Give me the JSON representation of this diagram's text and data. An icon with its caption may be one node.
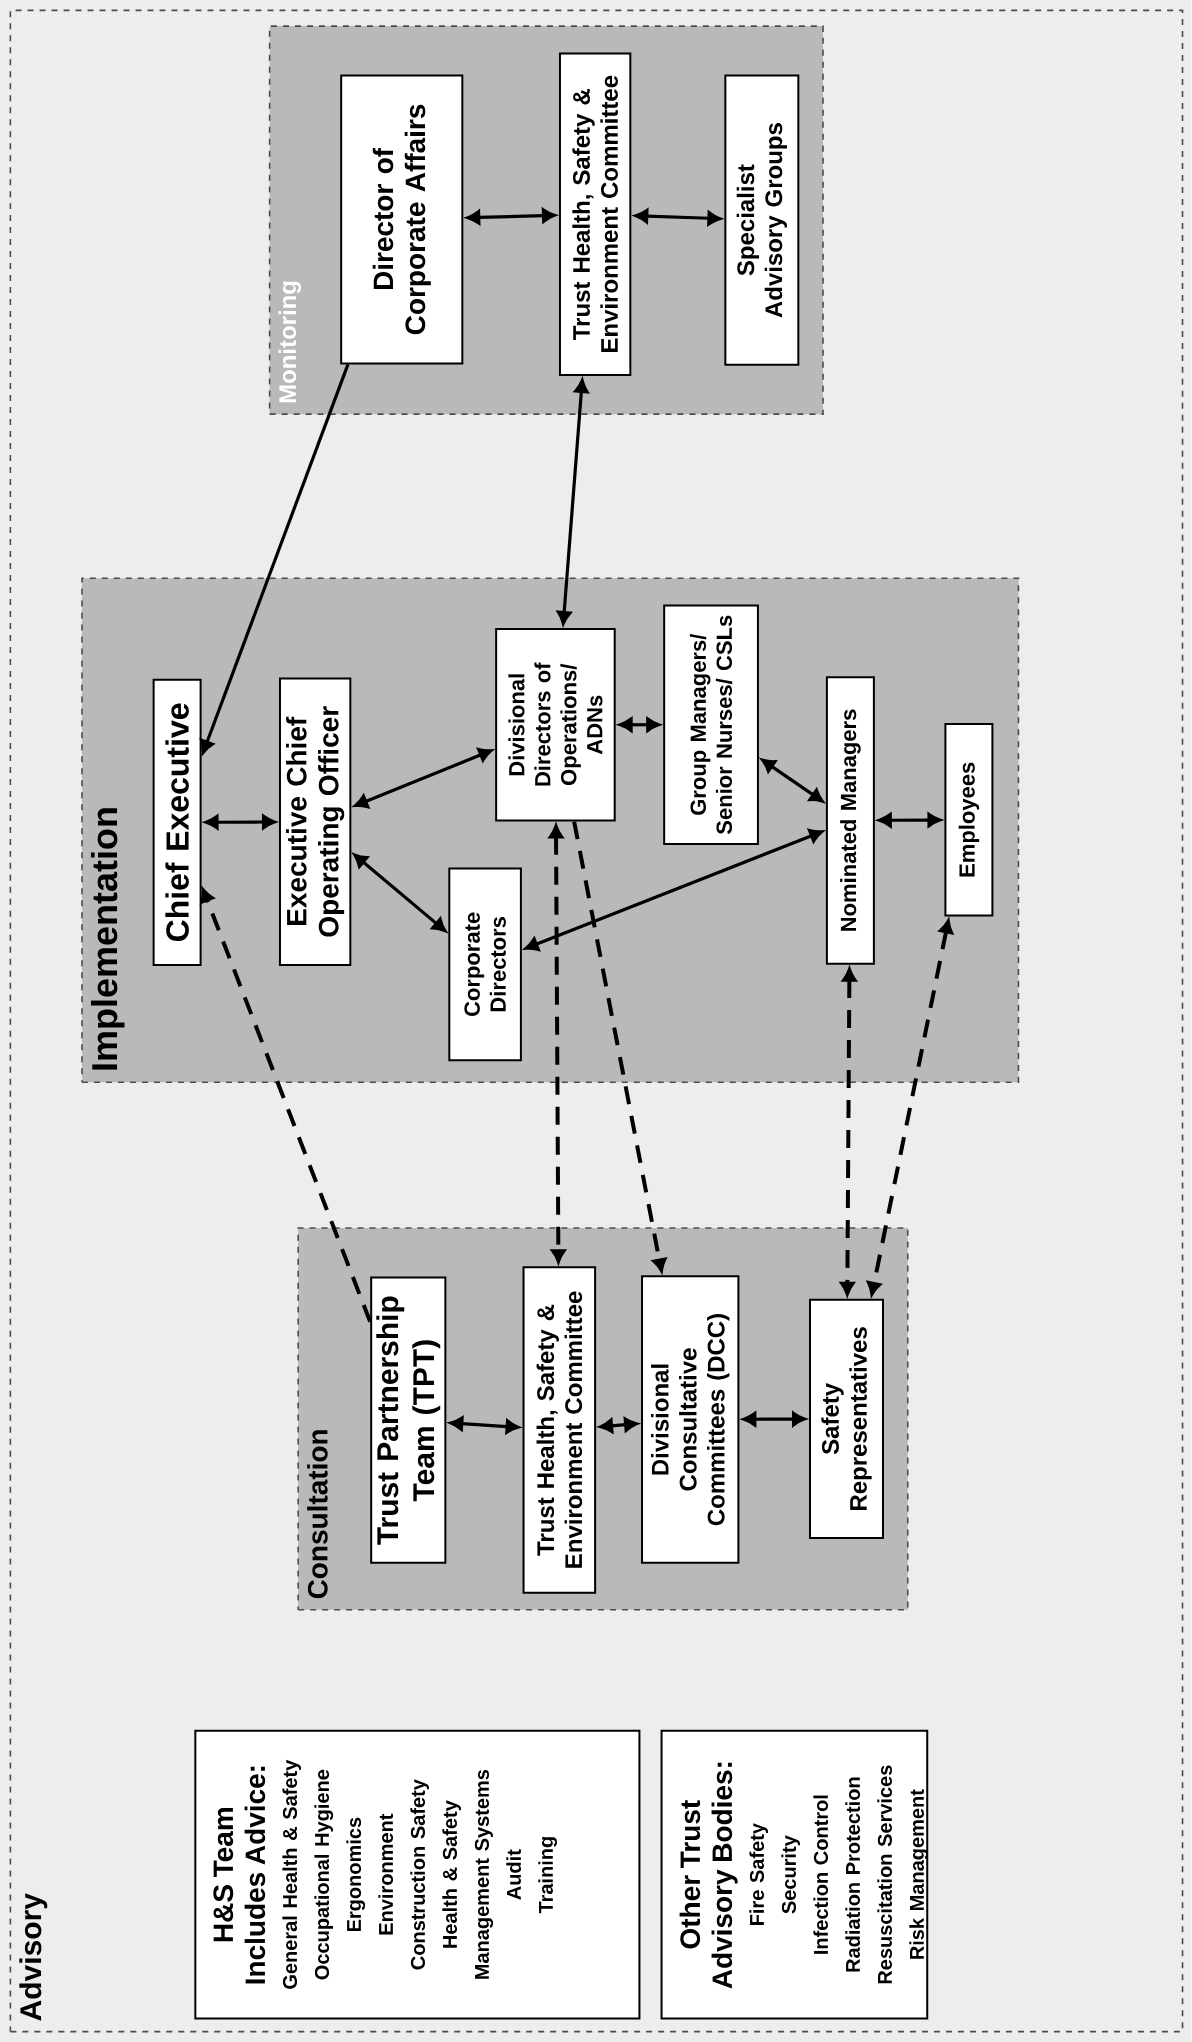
{
  "diagram": {
    "nodes": [
      {
        "text": [
          "Advisory"
        ]
      },
      {
        "text": [
          "Monitoring"
        ],
        "in": 0
      },
      {
        "text": [
          "Director of Corporate Affairs"
        ],
        "in": 1
      },
      {
        "text": [
          "Trust Health, Safety & Environment Committee"
        ],
        "in": 1
      },
      {
        "text": [
          "Specialist Advisory Groups"
        ],
        "in": 1
      },
      {
        "text": [
          "Implementation"
        ],
        "in": 0
      },
      {
        "text": [
          "Chief Executive"
        ],
        "in": 5
      },
      {
        "text": [
          "Executive Chief Operating Officer"
        ],
        "in": 5
      },
      {
        "text": [
          "Corporate Directors"
        ],
        "in": 5
      },
      {
        "text": [
          "Divisional Directors of Operations/ ADNs"
        ],
        "in": 5
      },
      {
        "text": [
          "Group Managers/ Senior Nurses/ CSLs"
        ],
        "in": 5
      },
      {
        "text": [
          "Nominated Managers"
        ],
        "in": 5
      },
      {
        "text": [
          "Employees"
        ],
        "in": 5
      },
      {
        "text": [
          "Consultation"
        ],
        "in": 0
      },
      {
        "text": [
          "Trust Partnership Team (TPT)"
        ],
        "in": 13
      },
      {
        "text": [
          "Trust Health, Safety & Environment Committee"
        ],
        "in": 13
      },
      {
        "text": [
          "Divisional Consultative Committees (DCC)"
        ],
        "in": 13
      },
      {
        "text": [
          "Safety Representatives"
        ],
        "in": 13
      },
      {
        "text": [
          "H&S Team",
          "Includes Advice:",
          "General Health & Safety",
          "Occupational Hygiene",
          "Ergonomics",
          "Environment",
          "Construction Safety",
          "Health & Safety",
          "Management Systems",
          "Audit",
          "Training"
        ],
        "in": 0
      },
      {
        "text": [
          "Other Trust",
          "Advisory Bodies:",
          "Fire Safety",
          "Security",
          "Infection Control",
          "Radiation Protection",
          "Resuscitation Services",
          "Risk Management"
        ],
        "in": 0
      }
    ],
    "edges": [
      {
        "from": 2,
        "to": 6,
        "arrow": "to"
      },
      {
        "from": 2,
        "to": 3,
        "arrow": "both"
      },
      {
        "from": 3,
        "to": 4,
        "arrow": "both"
      },
      {
        "from": 3,
        "to": 9,
        "arrow": "both"
      },
      {
        "from": 6,
        "to": 7,
        "arrow": "both"
      },
      {
        "from": 7,
        "to": 9,
        "arrow": "both"
      },
      {
        "from": 7,
        "to": 8,
        "arrow": "both"
      },
      {
        "from": 9,
        "to": 10,
        "arrow": "both"
      },
      {
        "from": 10,
        "to": 11,
        "arrow": "both"
      },
      {
        "from": 8,
        "to": 11,
        "arrow": "both"
      },
      {
        "from": 11,
        "to": 12,
        "arrow": "both"
      },
      {
        "from": 14,
        "to": 6,
        "arrow": "to",
        "style": "dashed"
      },
      {
        "from": 9,
        "to": 15,
        "arrow": "both",
        "style": "dashed"
      },
      {
        "from": 9,
        "to": 16,
        "arrow": "to",
        "style": "dashed"
      },
      {
        "from": 11,
        "to": 17,
        "arrow": "both",
        "style": "dashed"
      },
      {
        "from": 12,
        "to": 17,
        "arrow": "both",
        "style": "dashed"
      },
      {
        "from": 14,
        "to": 15,
        "arrow": "both"
      },
      {
        "from": 15,
        "to": 16,
        "arrow": "both"
      },
      {
        "from": 16,
        "to": 17,
        "arrow": "both"
      }
    ]
  }
}
